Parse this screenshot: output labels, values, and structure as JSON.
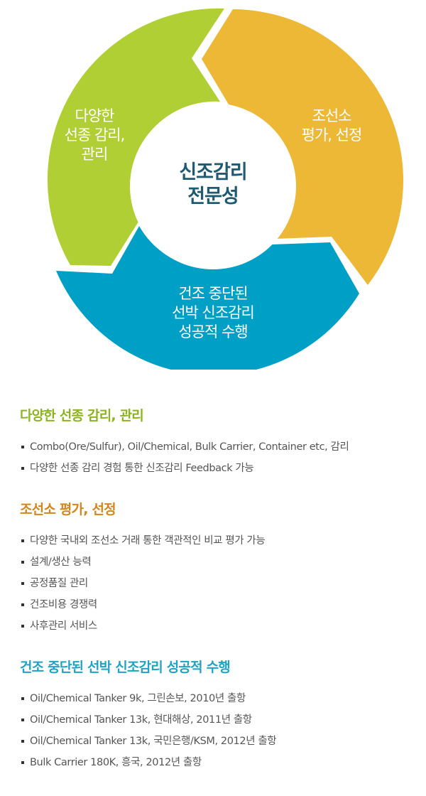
{
  "diagram": {
    "center": {
      "label": "신조감리\n전문성",
      "color": "#1e5a72"
    },
    "segments": [
      {
        "id": "green",
        "label": "다양한\n선종 감리,\n관리",
        "color": "#b0cf35"
      },
      {
        "id": "orange",
        "label": "조선소\n평가, 선정",
        "color": "#ecb835"
      },
      {
        "id": "blue",
        "label": "건조 중단된\n선박 신조감리\n성공적 수행",
        "color": "#00a0c6"
      }
    ]
  },
  "sections": [
    {
      "title": "다양한 선종 감리, 관리",
      "color": "#8db321",
      "items": [
        "Combo(Ore/Sulfur), Oil/Chemical, Bulk Carrier, Container etc, 감리",
        "다양한 선종 감리 경험 통한 신조감리 Feedback 가능"
      ]
    },
    {
      "title": "조선소 평가, 선정",
      "color": "#d4861a",
      "items": [
        "다양한 국내외 조선소 거래 통한 객관적인 비교 평가 가능",
        "설계/생산 능력",
        "공정품질 관리",
        "건조비용 경쟁력",
        "사후관리 서비스"
      ]
    },
    {
      "title": "건조 중단된 선박 신조감리 성공적 수행",
      "color": "#1fa3c4",
      "items": [
        "Oil/Chemical Tanker 9k, 그린손보, 2010년 출항",
        "Oil/Chemical Tanker 13k, 현대해상, 2011년 출항",
        "Oil/Chemical Tanker 13k, 국민은행/KSM, 2012년 출항",
        "Bulk Carrier 180K, 흥국, 2012년 출항"
      ]
    }
  ]
}
